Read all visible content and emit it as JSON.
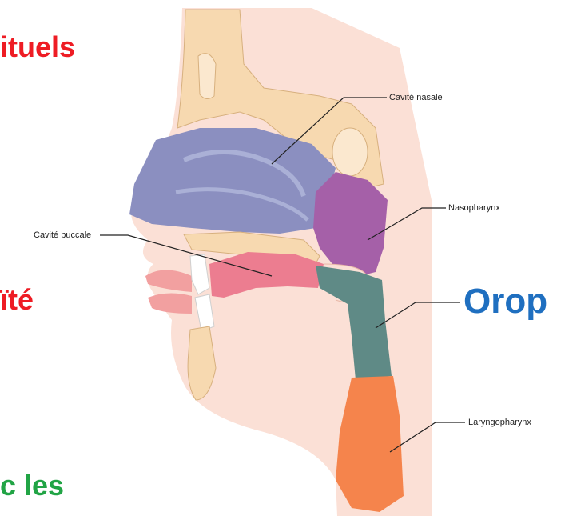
{
  "fragments": {
    "top_left": "ituels",
    "middle_left": "ïté",
    "bottom_left": "c  les",
    "right": "Orop"
  },
  "labels": {
    "cavite_nasale": "Cavité nasale",
    "nasopharynx": "Nasopharynx",
    "cavite_buccale": "Cavité buccale",
    "laryngopharynx": "Laryngopharynx"
  },
  "colors": {
    "red_text": "#ee1c24",
    "green_text": "#21a445",
    "blue_text": "#1f6fc0",
    "skin": "#fbe0d6",
    "bone": "#f7d9b0",
    "nasal_cavity": "#8b8fc0",
    "nasopharynx": "#a560a8",
    "oral_cavity": "#ec7d90",
    "oropharynx": "#5f8a86",
    "laryngopharynx": "#f5844c"
  }
}
